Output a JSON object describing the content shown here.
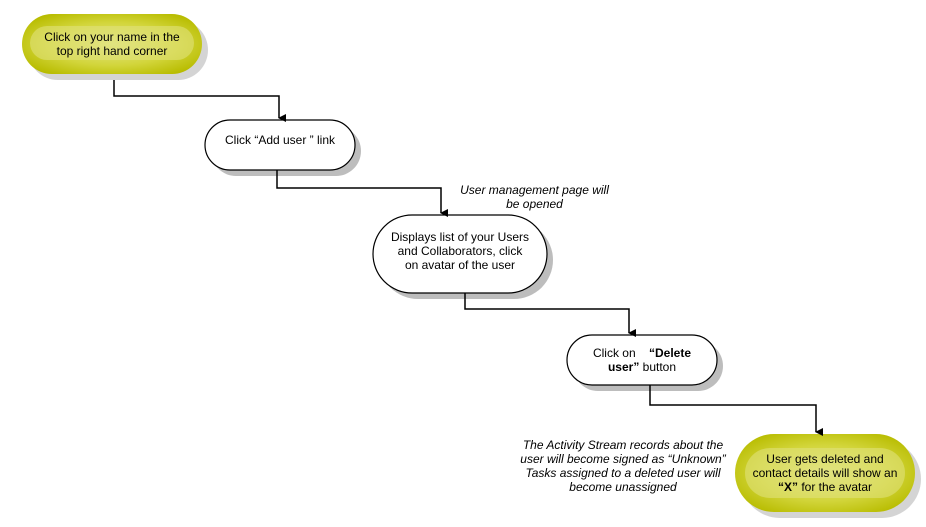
{
  "nodes": {
    "start": {
      "line1": "Click on your name in the",
      "line2": "top right hand corner"
    },
    "add_user": {
      "line1a": "Click “Add user ” link"
    },
    "list": {
      "line1": "Displays list of your Users",
      "line2": "and Collaborators, click",
      "line3": "on avatar of the user"
    },
    "delete": {
      "pre": "Click on",
      "bold1": "“Delete",
      "bold2": "user”",
      "post": " button"
    },
    "end": {
      "line1": "User gets deleted and",
      "line2": "contact details will show an",
      "bold": "“X”",
      "post": " for the avatar"
    }
  },
  "notes": {
    "user_mgmt": {
      "line1": "User management page will",
      "line2": "be opened"
    },
    "activity": {
      "line1": "The Activity Stream records about the",
      "line2": "user will become signed as “Unknown”",
      "line3": "Tasks assigned to a deleted user will",
      "line4": "become unassigned"
    }
  },
  "colors": {
    "terminal_fill": "#c8cc14",
    "terminal_glow": "#e6e878",
    "process_fill": "#ffffff",
    "stroke": "#000000",
    "shadow": "#bdbdbd"
  }
}
